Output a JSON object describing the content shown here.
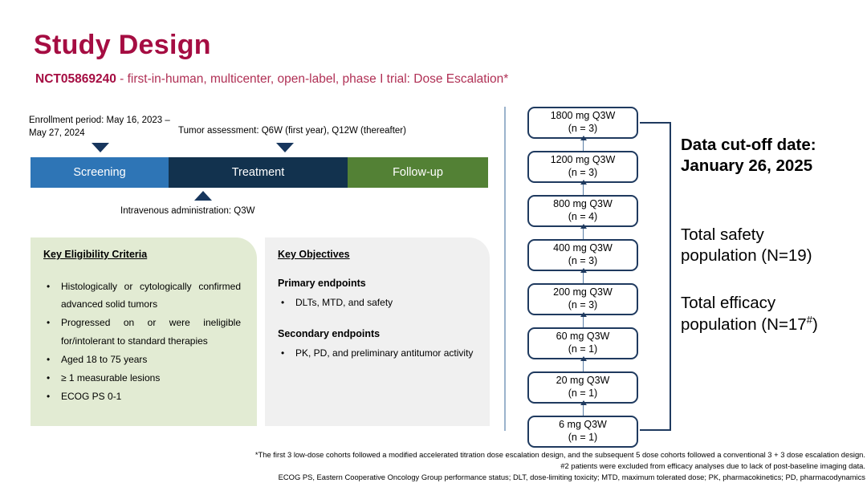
{
  "header": {
    "title": "Study Design",
    "nct_id": "NCT05869240",
    "subtitle_rest": " - first-in-human, multicenter, open-label, phase I trial: Dose Escalation*"
  },
  "timeline": {
    "enrollment_note": "Enrollment period: May 16, 2023 – May 27, 2024",
    "tumor_note": "Tumor assessment: Q6W (first year), Q12W (thereafter)",
    "iv_note": "Intravenous administration: Q3W",
    "segments": [
      {
        "label": "Screening",
        "color": "#2E75B6"
      },
      {
        "label": "Treatment",
        "color": "#12324E"
      },
      {
        "label": "Follow-up",
        "color": "#538135"
      }
    ]
  },
  "eligibility": {
    "heading": "Key Eligibility Criteria",
    "items": [
      "Histologically or cytologically confirmed advanced solid tumors",
      "Progressed on or were ineligible for/intolerant to  standard therapies",
      "Aged 18 to 75 years",
      " ≥ 1 measurable lesions",
      "ECOG PS 0-1"
    ],
    "bg_color": "#E2EBD3"
  },
  "objectives": {
    "heading": "Key Objectives",
    "primary_heading": "Primary endpoints",
    "primary_items": [
      "DLTs, MTD, and safety"
    ],
    "secondary_heading": "Secondary endpoints",
    "secondary_items": [
      "PK, PD, and preliminary antitumor activity"
    ],
    "bg_color": "#F0F0F0"
  },
  "dose_escalation": {
    "cohorts": [
      {
        "dose": "1800 mg Q3W",
        "n": "(n = 3)"
      },
      {
        "dose": "1200 mg Q3W",
        "n": "(n = 3)"
      },
      {
        "dose": "800 mg Q3W",
        "n": "(n = 4)"
      },
      {
        "dose": "400 mg Q3W",
        "n": "(n = 3)"
      },
      {
        "dose": "200 mg Q3W",
        "n": "(n = 3)"
      },
      {
        "dose": "60 mg Q3W",
        "n": "(n = 1)"
      },
      {
        "dose": "20 mg Q3W",
        "n": "(n = 1)"
      },
      {
        "dose": "6 mg Q3W",
        "n": "(n = 1)"
      }
    ],
    "border_color": "#1F3A5F"
  },
  "stats": {
    "cutoff_line1": "Data cut-off date:",
    "cutoff_line2": "January 26, 2025",
    "safety_line1": "Total safety",
    "safety_line2": "population (N=19)",
    "efficacy_line1": "Total efficacy",
    "efficacy_prefix": "population (N=17",
    "efficacy_sup": "#",
    "efficacy_suffix": ")"
  },
  "footnotes": {
    "line1": "*The first 3 low-dose cohorts followed a modified accelerated titration dose escalation design, and the subsequent 5 dose cohorts followed a conventional 3 + 3 dose escalation design.",
    "line2": "#2 patients were excluded from efficacy analyses due to lack of post-baseline imaging data.",
    "line3": "ECOG PS, Eastern Cooperative Oncology Group performance status; DLT, dose-limiting toxicity; MTD, maximum tolerated dose; PK, pharmacokinetics; PD, pharmacodynamics"
  },
  "theme": {
    "title_color": "#A50D42",
    "subtitle_color": "#B03055"
  }
}
